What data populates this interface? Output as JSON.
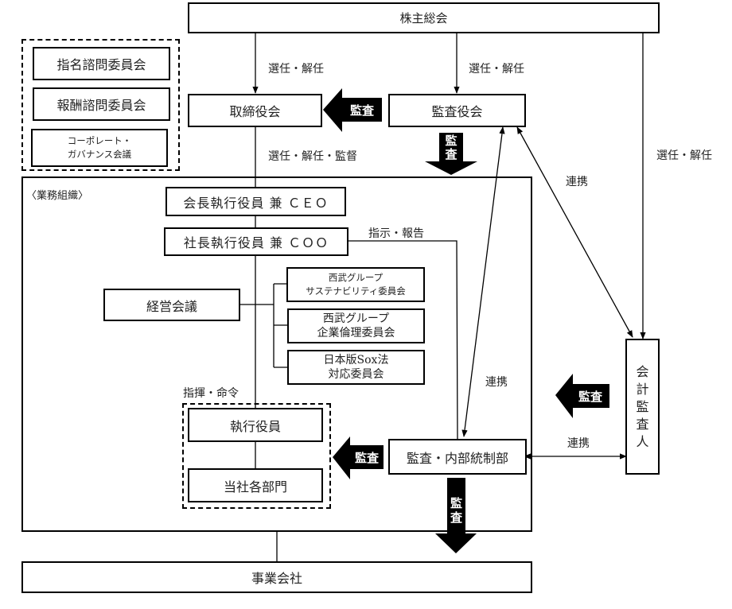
{
  "diagram": {
    "nodes": {
      "shareholders_meeting": "株主総会",
      "board_of_directors": "取締役会",
      "audit_board": "監査役会",
      "nomination_committee": "指名諮問委員会",
      "compensation_committee": "報酬諮問委員会",
      "governance_meeting_line1": "コーポレート・",
      "governance_meeting_line2": "ガバナンス会議",
      "business_org_label": "〈業務組織〉",
      "chairman_ceo": "会長執行役員 兼 ＣＥＯ",
      "president_coo": "社長執行役員 兼 ＣＯＯ",
      "management_meeting": "経営会議",
      "sustainability_committee_line1": "西武グループ",
      "sustainability_committee_line2": "サステナビリティ委員会",
      "ethics_committee_line1": "西武グループ",
      "ethics_committee_line2": "企業倫理委員会",
      "sox_committee_line1": "日本版Sox法",
      "sox_committee_line2": "対応委員会",
      "executive_officers": "執行役員",
      "company_departments": "当社各部門",
      "internal_audit_dept": "監査・内部統制部",
      "accounting_auditor": [
        "会",
        "計",
        "監",
        "査",
        "人"
      ],
      "operating_companies": "事業会社"
    },
    "edge_labels": {
      "appoint_dismiss_board": "選任・解任",
      "appoint_dismiss_audit": "選任・解任",
      "appoint_dismiss_auditor": "選任・解任",
      "appoint_dismiss_supervise": "選任・解任・監督",
      "instruct_report": "指示・報告",
      "command_order": "指揮・命令",
      "cooperation_1": "連携",
      "cooperation_2": "連携",
      "cooperation_3": "連携"
    },
    "audit_badge": "監査",
    "audit_badge_v1": "監",
    "audit_badge_v2": "査"
  }
}
